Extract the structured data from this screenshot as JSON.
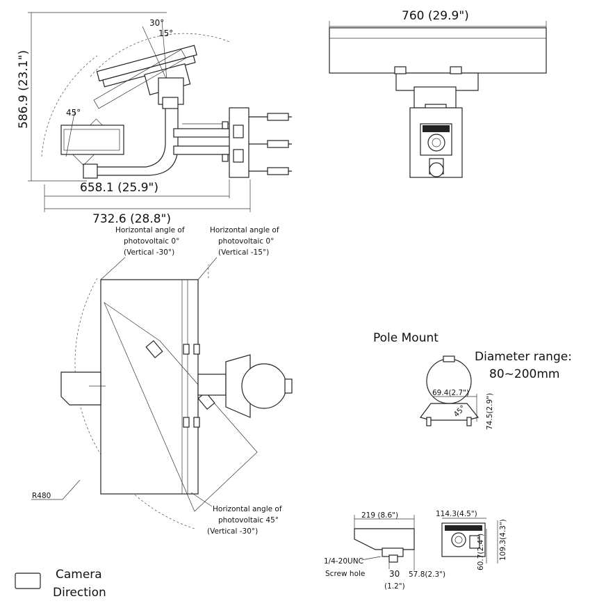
{
  "side_view": {
    "height_label": "586.9 (23.1\")",
    "width_inner_label": "658.1 (25.9\")",
    "width_outer_label": "732.6 (28.8\")",
    "angle_30": "30°",
    "angle_15": "15°",
    "angle_45": "45°"
  },
  "front_view": {
    "width_label": "760 (29.9\")"
  },
  "top_view": {
    "label_a_line1": "Horizontal angle of",
    "label_a_line2": "photovoltaic 0°",
    "label_a_line3": "(Vertical -30°)",
    "label_b_line1": "Horizontal angle of",
    "label_b_line2": "photovoltaic 0°",
    "label_b_line3": "(Vertical -15°)",
    "label_c_line1": "Horizontal angle of",
    "label_c_line2": "photovoltaic 45°",
    "label_c_line3": "(Vertical -30°)",
    "radius_label": "R480"
  },
  "pole_mount": {
    "title": "Pole Mount",
    "diameter_line1": "Diameter range:",
    "diameter_line2": "80~200mm",
    "dim_width": "69.4(2.7\")",
    "dim_height": "74.5(2.9\")",
    "angle": "45°"
  },
  "camera_detail": {
    "dim_length": "219 (8.6\")",
    "dim_width": "114.3(4.5\")",
    "dim_height": "109.3(4.3\")",
    "dim_60": "60.7(2.4\")",
    "screw_line1": "1/4-20UNC",
    "screw_line2": "Screw hole",
    "dim_30": "30",
    "dim_30_in": "(1.2\")",
    "dim_57": "57.8(2.3\")"
  },
  "legend": {
    "line1": "Camera",
    "line2": "Direction"
  }
}
